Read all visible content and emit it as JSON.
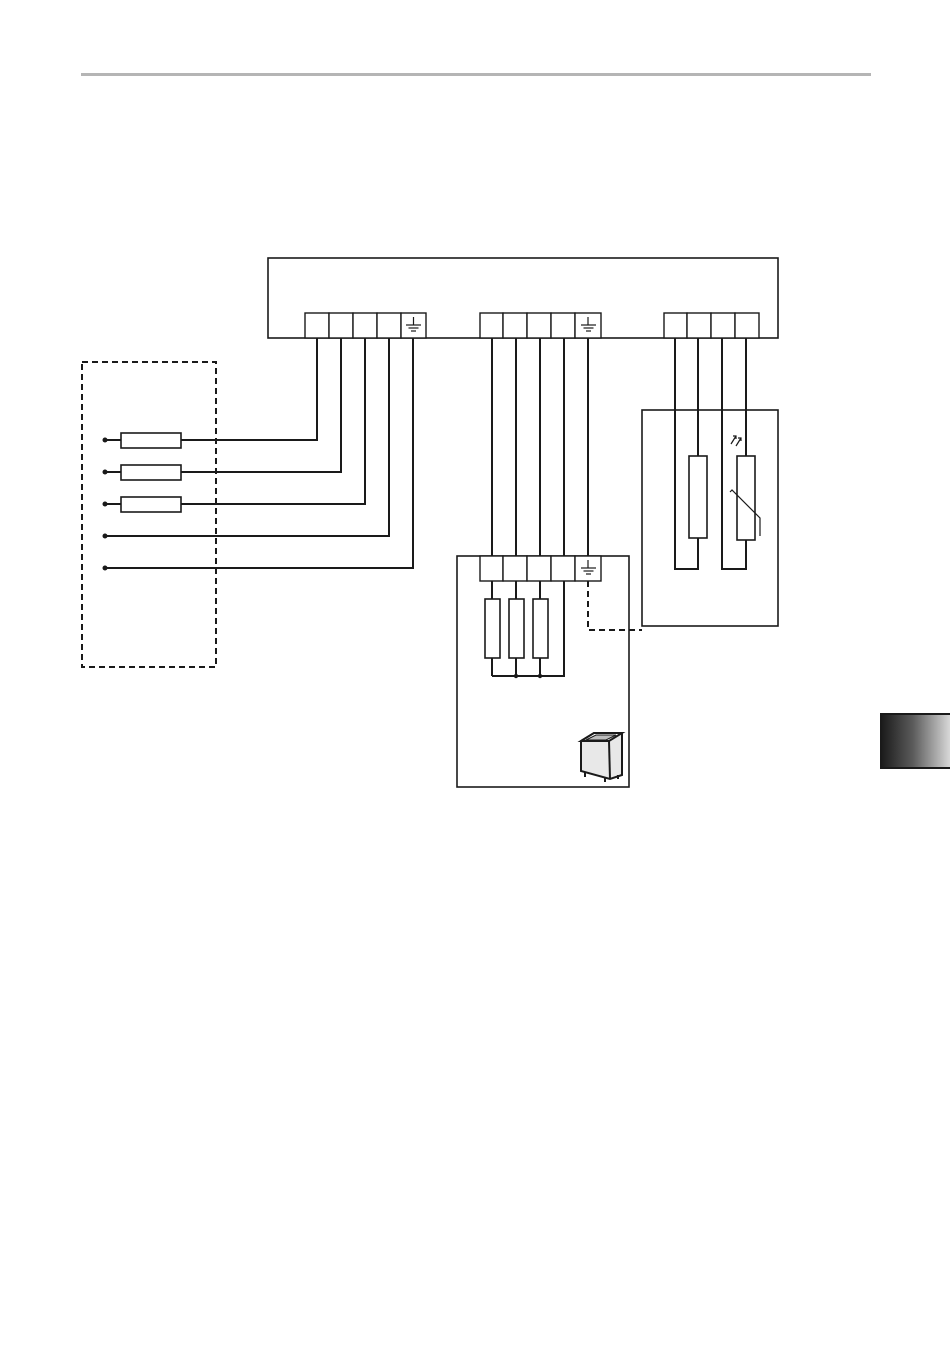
{
  "layout": {
    "has_header_rule": true,
    "has_side_tab": true,
    "side_tab_colors": [
      "#1c1c1c",
      "#5a5a5a",
      "#d8d8d8"
    ]
  },
  "diagram": {
    "type": "electrical wiring diagram",
    "components": [
      "control-unit",
      "supply-terminal-block",
      "heater-terminal-block",
      "sensor-terminal-block",
      "mains-supply-box",
      "supply-fuses",
      "heater-unit-box",
      "heater-elements",
      "heater-icon",
      "sensor-box",
      "sensor-resistor",
      "thermistor"
    ],
    "colors": {
      "line": "#1a1a1a",
      "background": "#ffffff"
    }
  }
}
